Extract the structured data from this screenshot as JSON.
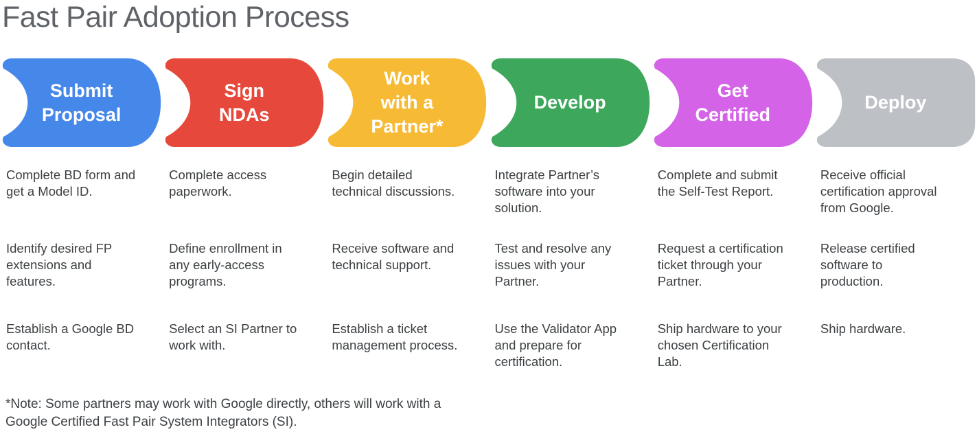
{
  "title": "Fast Pair Adoption Process",
  "note": "*Note: Some partners may work with Google directly, others will work with a\nGoogle Certified Fast Pair System Integrators (SI).",
  "colors": {
    "title_text": "#5f6368",
    "body_text": "#3c4043",
    "stage_label_text": "#ffffff"
  },
  "stages": [
    {
      "label": "Submit\nProposal",
      "color": "#4687EA",
      "steps": [
        "Complete BD form and\nget a Model ID.",
        "Identify desired FP\nextensions and\nfeatures.",
        "Establish a Google BD\ncontact."
      ]
    },
    {
      "label": "Sign\nNDAs",
      "color": "#E6483B",
      "steps": [
        "Complete access\npaperwork.",
        "Define enrollment in\nany early-access\nprograms.",
        "Select an SI Partner to\nwork with."
      ]
    },
    {
      "label": "Work\nwith a\nPartner*",
      "color": "#F7BA34",
      "steps": [
        "Begin detailed\ntechnical discussions.",
        "Receive software and\ntechnical support.",
        "Establish a ticket\nmanagement process."
      ]
    },
    {
      "label": "Develop",
      "color": "#3DA75C",
      "steps": [
        "Integrate Partner’s\nsoftware into your\nsolution.",
        "Test and resolve any\nissues with your\nPartner.",
        "Use the Validator App\nand prepare for\ncertification."
      ]
    },
    {
      "label": "Get\nCertified",
      "color": "#D463E8",
      "steps": [
        "Complete and submit\nthe Self-Test Report.",
        "Request a certification\nticket through your\nPartner.",
        "Ship hardware to your\nchosen Certification\nLab."
      ]
    },
    {
      "label": "Deploy",
      "color": "#BDC1C6",
      "steps": [
        "Receive official\ncertification approval\nfrom Google.",
        "Release certified\nsoftware to\nproduction.",
        "Ship hardware."
      ]
    }
  ]
}
